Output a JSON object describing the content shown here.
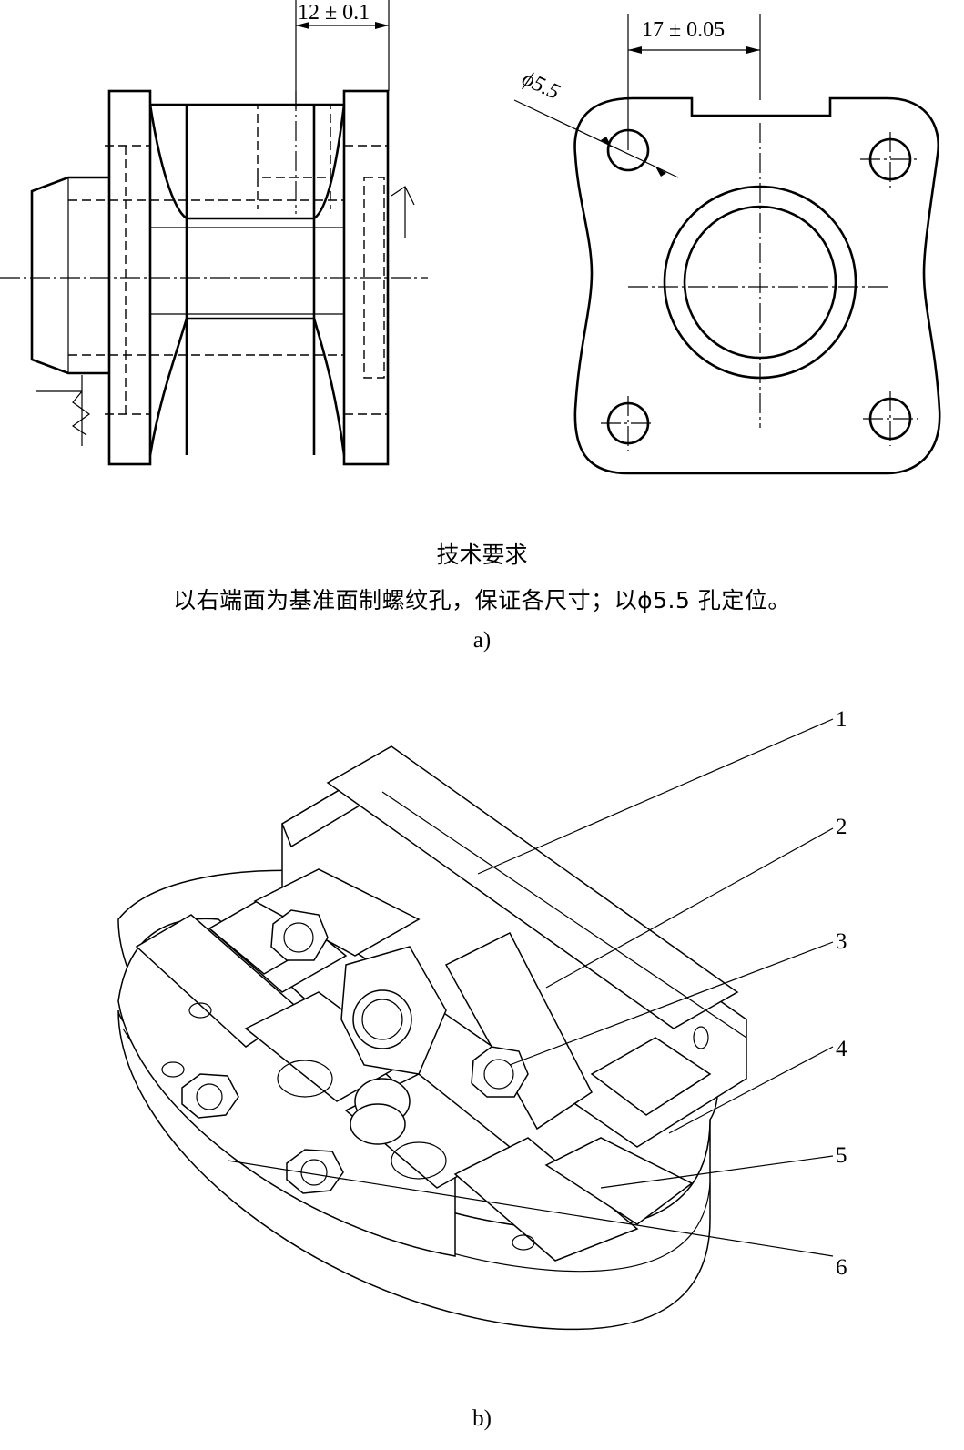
{
  "figure_a": {
    "side_view_dimension": "12 ± 0.1",
    "end_view_dimension": "17 ± 0.05",
    "hole_diameter_label": "ϕ5.5"
  },
  "requirements": {
    "title": "技术要求",
    "text": "以右端面为基准面制螺纹孔，保证各尺寸；以ϕ5.5 孔定位。"
  },
  "subfigure_labels": {
    "a": "a)",
    "b": "b)"
  },
  "figure_b": {
    "callouts": [
      "1",
      "2",
      "3",
      "4",
      "5",
      "6"
    ]
  }
}
